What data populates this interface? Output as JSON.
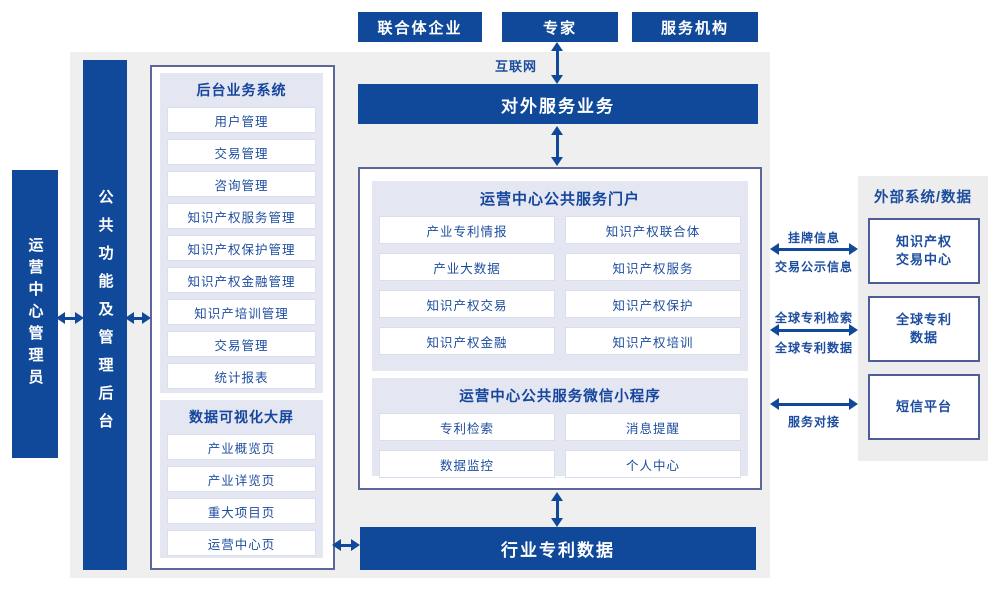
{
  "colors": {
    "primary_blue": "#11499a",
    "navy_text": "#1d4d9f",
    "panel_lavender": "#e4e7f2",
    "background_gray": "#efefef"
  },
  "top_actors": {
    "items": [
      "联合体企业",
      "专家",
      "服务机构"
    ]
  },
  "internet_label": "互联网",
  "external_service_bar": "对外服务业务",
  "admin_box": "运营中心管理员",
  "backend_bar": "公共功能及管理后台",
  "backend_system": {
    "title": "后台业务系统",
    "items": [
      "用户管理",
      "交易管理",
      "咨询管理",
      "知识产权服务管理",
      "知识产权保护管理",
      "知识产权金融管理",
      "知识产培训管理",
      "交易管理",
      "统计报表"
    ]
  },
  "dashboard": {
    "title": "数据可视化大屏",
    "items": [
      "产业概览页",
      "产业详览页",
      "重大项目页",
      "运营中心页"
    ]
  },
  "portal": {
    "title": "运营中心公共服务门户",
    "items": [
      "产业专利情报",
      "知识产权联合体",
      "产业大数据",
      "知识产权服务",
      "知识产权交易",
      "知识产权保护",
      "知识产权金融",
      "知识产权培训"
    ]
  },
  "miniprogram": {
    "title": "运营中心公共服务微信小程序",
    "items": [
      "专利检索",
      "消息提醒",
      "数据监控",
      "个人中心"
    ]
  },
  "industry_bar": "行业专利数据",
  "external_panel": {
    "title": "外部系统/数据",
    "systems": [
      {
        "lines": [
          "知识产权",
          "交易中心"
        ]
      },
      {
        "lines": [
          "全球专利",
          "数据"
        ]
      },
      {
        "lines": [
          "短信平台"
        ]
      }
    ]
  },
  "link_labels": {
    "listing_top": "挂牌信息",
    "listing_bottom": "交易公示信息",
    "patent_search": "全球专利检索",
    "patent_data": "全球专利数据",
    "service_link": "服务对接"
  }
}
